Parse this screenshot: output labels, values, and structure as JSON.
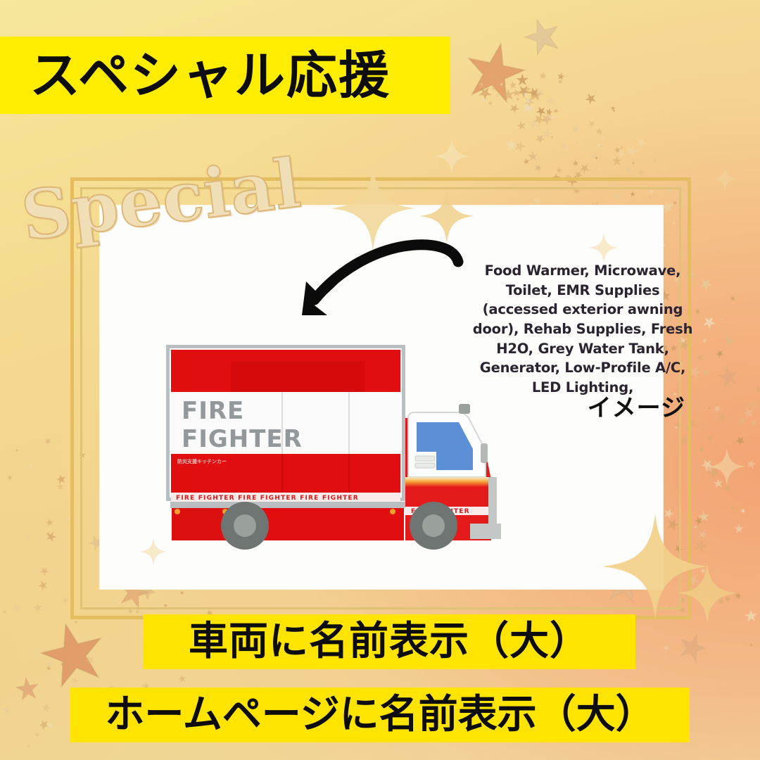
{
  "header": {
    "title": "スペシャル応援"
  },
  "decor": {
    "script_word": "Special",
    "arrow": "curved-arrow-down-left"
  },
  "card": {
    "spec_text": "Food Warmer, Microwave, Toilet, EMR Supplies (accessed exterior awning door), Rehab Supplies, Fresh H2O, Grey Water Tank, Generator, Low-Profile A/C, LED Lighting,",
    "image_note": "イメージ",
    "truck": {
      "side_line_1": "FIRE",
      "side_line_2": "FIGHTER",
      "small_caption": "防災支援キッチンカー",
      "stripe_text": "FIRE  FIGHTER"
    }
  },
  "benefits": [
    {
      "label": "車両に名前表示（大）"
    },
    {
      "label": "ホームページに名前表示（大）"
    }
  ],
  "colors": {
    "band_yellow": "#ffed00",
    "band_yellow_bottom": "#ffe400",
    "frame_gold": "#e4bd5f",
    "truck_red": "#e51b1b",
    "truck_grey": "#9aa09c",
    "window_blue": "#5c8fd6",
    "bg_peach": "#f3a274",
    "bg_cream": "#f4d98f",
    "text_dark": "#2b2330"
  }
}
